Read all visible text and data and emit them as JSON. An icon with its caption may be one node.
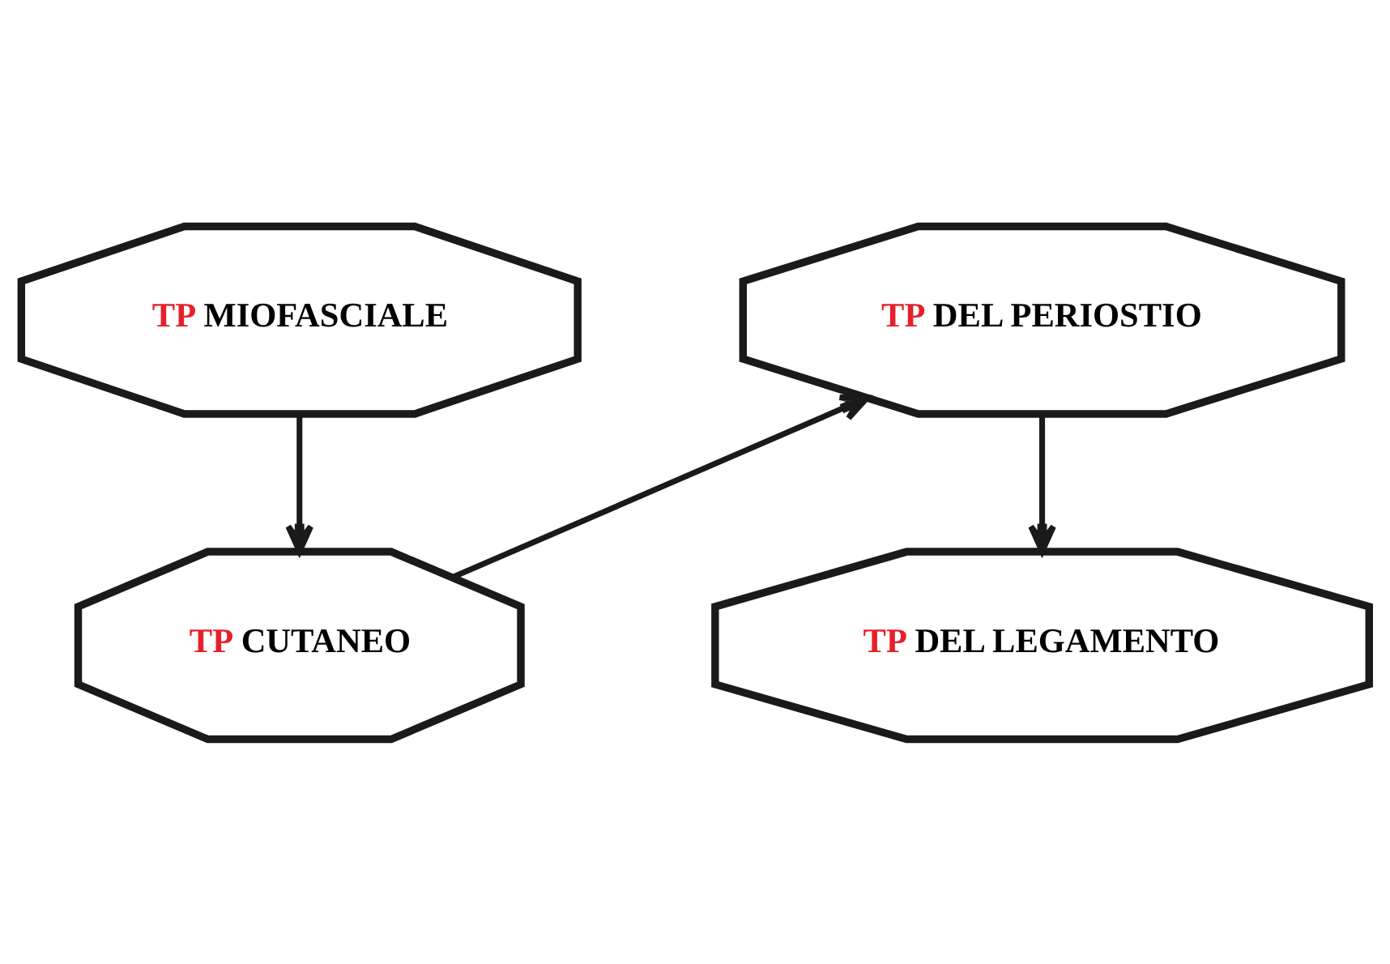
{
  "diagram": {
    "nodes": [
      {
        "text": [
          "TP MIOFASCIALE"
        ]
      },
      {
        "text": [
          "TP CUTANEO"
        ]
      },
      {
        "text": [
          "TP DEL PERIOSTIO"
        ]
      },
      {
        "text": [
          "TP DEL LEGAMENTO"
        ]
      }
    ],
    "edges": [
      {
        "from": 0,
        "to": 1,
        "arrow": "to"
      },
      {
        "from": 1,
        "to": 2,
        "arrow": "to"
      },
      {
        "from": 2,
        "to": 3,
        "arrow": "to"
      }
    ]
  }
}
